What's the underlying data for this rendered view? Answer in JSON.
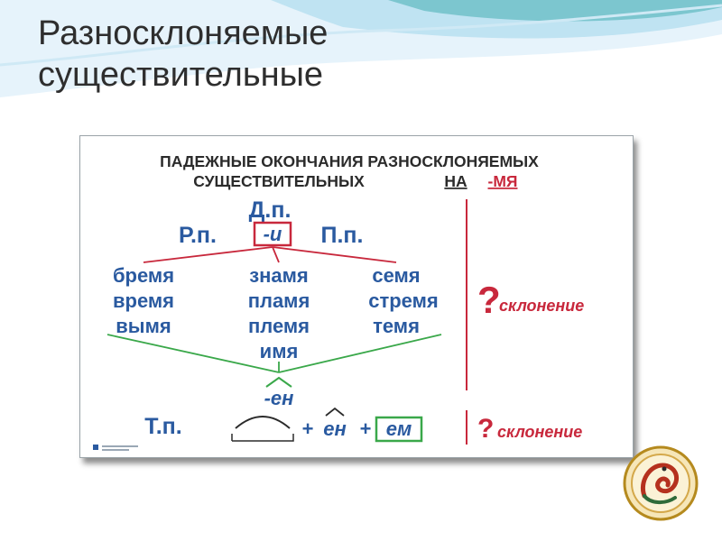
{
  "slide": {
    "title_line1": "Разносклоняемые",
    "title_line2": "существительные"
  },
  "poster": {
    "heading_line1": "ПАДЕЖНЫЕ ОКОНЧАНИЯ РАЗНОСКЛОНЯЕМЫХ",
    "heading_line2_a": "СУЩЕСТВИТЕЛЬНЫХ",
    "heading_line2_b": "НА",
    "heading_line2_c": "-МЯ",
    "case_dp": "Д.п.",
    "case_rp": "Р.п.",
    "case_pp": "П.п.",
    "ending_i": "-и",
    "words_col1": [
      "бремя",
      "время",
      "вымя"
    ],
    "words_col2": [
      "знамя",
      "пламя",
      "племя",
      "имя"
    ],
    "words_col3": [
      "семя",
      "стремя",
      "темя"
    ],
    "ending_en": "-ен",
    "case_tp": "Т.п.",
    "plus1": "+",
    "suffix_en": "ен",
    "plus2": "+",
    "ending_em": "ем",
    "question1": "?",
    "declension1": "склонение",
    "question2": "?",
    "declension2": "склонение"
  },
  "colors": {
    "blue_text": "#2a5aa0",
    "red": "#c8283c",
    "green": "#3aa84a",
    "heading": "#2b2b2b",
    "wave_light": "#dff0fa",
    "wave_teal": "#6fc3c9"
  },
  "icons": {
    "corner_emblem": "dragon-emblem-icon"
  }
}
